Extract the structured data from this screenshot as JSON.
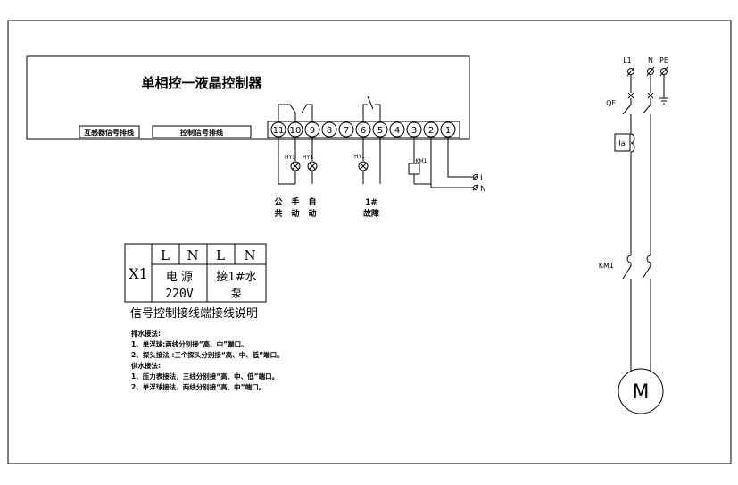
{
  "controller": {
    "title": "单相控一液晶控制器",
    "port_left_label": "互感器信号排线",
    "port_right_label": "控制信号排线",
    "terminals": [
      "11",
      "10",
      "9",
      "8",
      "7",
      "6",
      "5",
      "4",
      "3",
      "2",
      "1"
    ]
  },
  "lamps": [
    {
      "label": "HY1"
    },
    {
      "label": "HY1"
    },
    {
      "label": "HY1"
    }
  ],
  "relay_label": "KM1",
  "line_labels": {
    "L": "L",
    "N": "N"
  },
  "function_labels": [
    {
      "top": "公",
      "bottom": "共"
    },
    {
      "top": "手",
      "bottom": "动"
    },
    {
      "top": "自",
      "bottom": "动"
    },
    {
      "top": "1#",
      "bottom": "故障"
    }
  ],
  "x1_table": {
    "name": "X1",
    "header": [
      "L",
      "N",
      "L",
      "N"
    ],
    "power_line1": "电 源",
    "power_line2": "220V",
    "pump_line1": "接1#水",
    "pump_line2": "泵"
  },
  "instructions": {
    "heading": "信号控制接线端接线说明",
    "drain_title": "排水接法:",
    "drain_1": "1、单浮球:两线分别接“高、中”端口。",
    "drain_2": "2、探头接法 :三个探头分别接“高、中、低”端口。",
    "supply_title": "供水接法:",
    "supply_1": "1、压力表接法，三线分别接“高、中、低”端口。",
    "supply_2": "2、单浮球接法，两线分别接“高、中”端口。"
  },
  "power_circuit": {
    "L1": "L1",
    "N": "N",
    "PE": "PE",
    "QF": "QF",
    "Ia": "Ia",
    "KM1": "KM1",
    "motor": "M"
  }
}
